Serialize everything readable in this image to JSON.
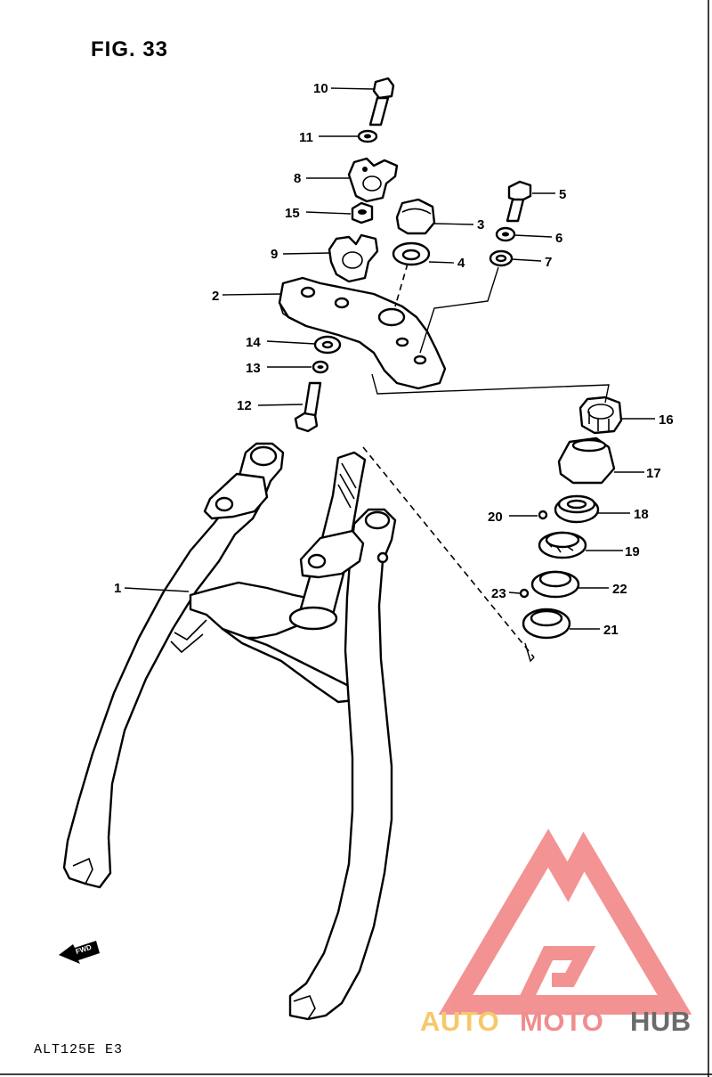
{
  "figure": {
    "title": "FIG. 33",
    "model_code": "ALT125E E3"
  },
  "fwd_arrow": {
    "label": "FWD"
  },
  "callouts": [
    "1",
    "2",
    "3",
    "4",
    "5",
    "6",
    "7",
    "8",
    "9",
    "10",
    "11",
    "12",
    "13",
    "14",
    "15",
    "16",
    "17",
    "18",
    "19",
    "20",
    "21",
    "22",
    "23"
  ],
  "watermark": {
    "word_1": "AUTO",
    "word_2": "MOTO",
    "word_3": "HUB",
    "colors": {
      "auto": "#f5c96a",
      "moto": "#f08d8d",
      "hub": "#6b6b6b",
      "triangle": "#f28080"
    }
  }
}
